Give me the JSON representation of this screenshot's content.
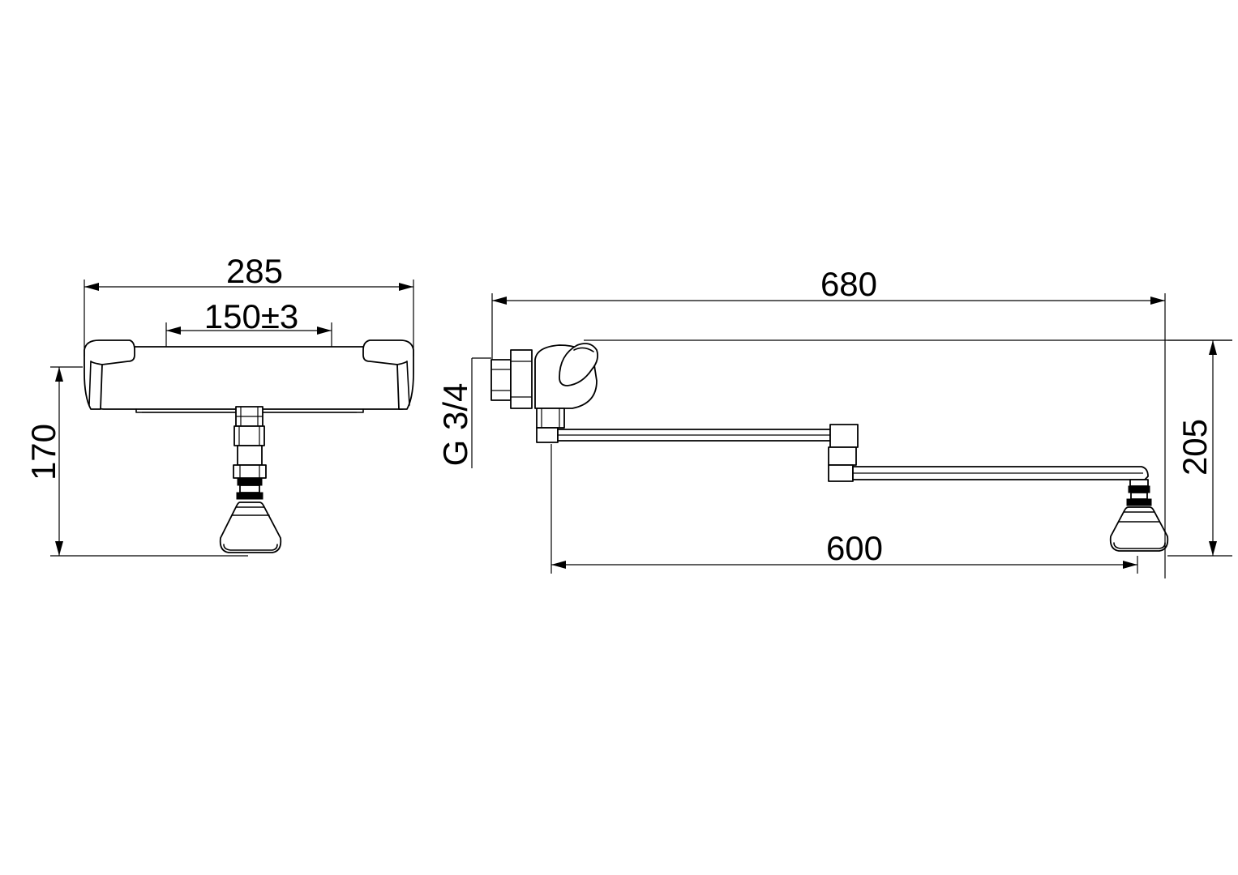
{
  "dimensions": {
    "front_width": "285",
    "front_hole_spacing": "150±3",
    "front_height": "170",
    "side_thread": "G 3/4",
    "side_total_length": "680",
    "side_spout_reach": "600",
    "side_height": "205"
  },
  "colors": {
    "line": "#000000",
    "background": "#ffffff"
  }
}
